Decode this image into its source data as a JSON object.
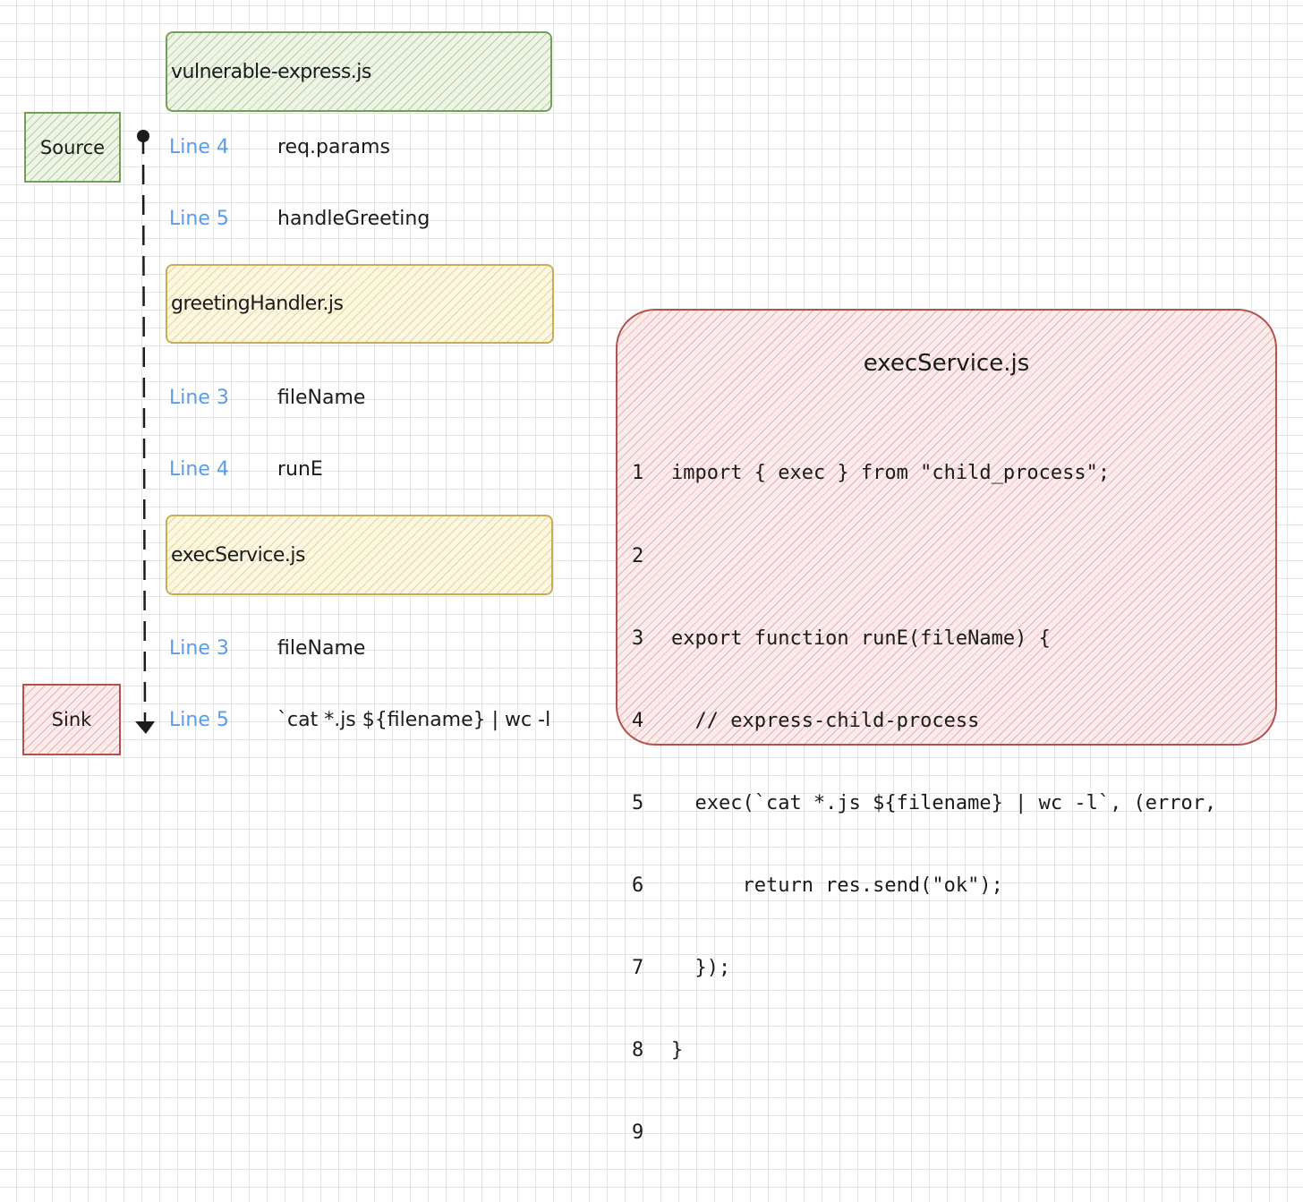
{
  "flow": {
    "source_label": "Source",
    "sink_label": "Sink",
    "files": [
      {
        "name": "vulnerable-express.js",
        "color": "#73a154"
      },
      {
        "name": "greetingHandler.js",
        "color": "#c9ad52"
      },
      {
        "name": "execService.js",
        "color": "#c9ad52"
      }
    ],
    "steps": [
      {
        "line": "Line 4",
        "name": "req.params"
      },
      {
        "line": "Line 5",
        "name": "handleGreeting"
      },
      {
        "line": "Line 3",
        "name": "fileName"
      },
      {
        "line": "Line 4",
        "name": "runE"
      },
      {
        "line": "Line 3",
        "name": "fileName"
      },
      {
        "line": "Line 5",
        "name": "`cat *.js ${filename} | wc -l"
      }
    ]
  },
  "code_panel": {
    "title": "execService.js",
    "color": "#b5504f",
    "lines": [
      {
        "num": "1",
        "text": "import { exec } from \"child_process\";"
      },
      {
        "num": "2",
        "text": ""
      },
      {
        "num": "3",
        "text": "export function runE(fileName) {"
      },
      {
        "num": "4",
        "text": "  // express-child-process"
      },
      {
        "num": "5",
        "text": "  exec(`cat *.js ${filename} | wc -l`, (error,"
      },
      {
        "num": "6",
        "text": "      return res.send(\"ok\");"
      },
      {
        "num": "7",
        "text": "  });"
      },
      {
        "num": "8",
        "text": "}"
      },
      {
        "num": "9",
        "text": ""
      }
    ]
  }
}
